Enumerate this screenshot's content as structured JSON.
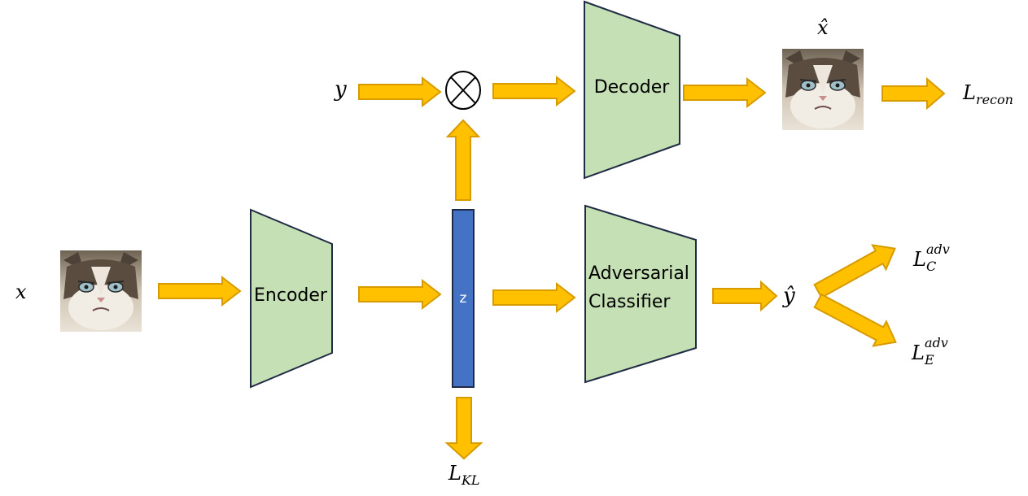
{
  "labels": {
    "x": "x",
    "y": "y",
    "x_hat": "x̂",
    "y_hat": "ŷ",
    "z": "z",
    "l_recon_base": "L",
    "l_recon_sub": "recon",
    "l_kl_base": "L",
    "l_kl_sub": "KL",
    "l_c_base": "L",
    "l_c_sub": "C",
    "l_c_sup": "adv",
    "l_e_base": "L",
    "l_e_sub": "E",
    "l_e_sup": "adv"
  },
  "blocks": {
    "encoder": "Encoder",
    "decoder": "Decoder",
    "adversarial_line1": "Adversarial",
    "adversarial_line2": "Classifier"
  },
  "colors": {
    "arrow_fill": "#ffc000",
    "arrow_stroke": "#d79b00",
    "block_fill": "#c5e0b4",
    "block_stroke": "#1f2a44",
    "z_fill": "#4472c4",
    "z_stroke": "#1f2a44"
  },
  "icons": {
    "multiply": "circled-times-icon",
    "cat_image": "cat-face-image"
  }
}
